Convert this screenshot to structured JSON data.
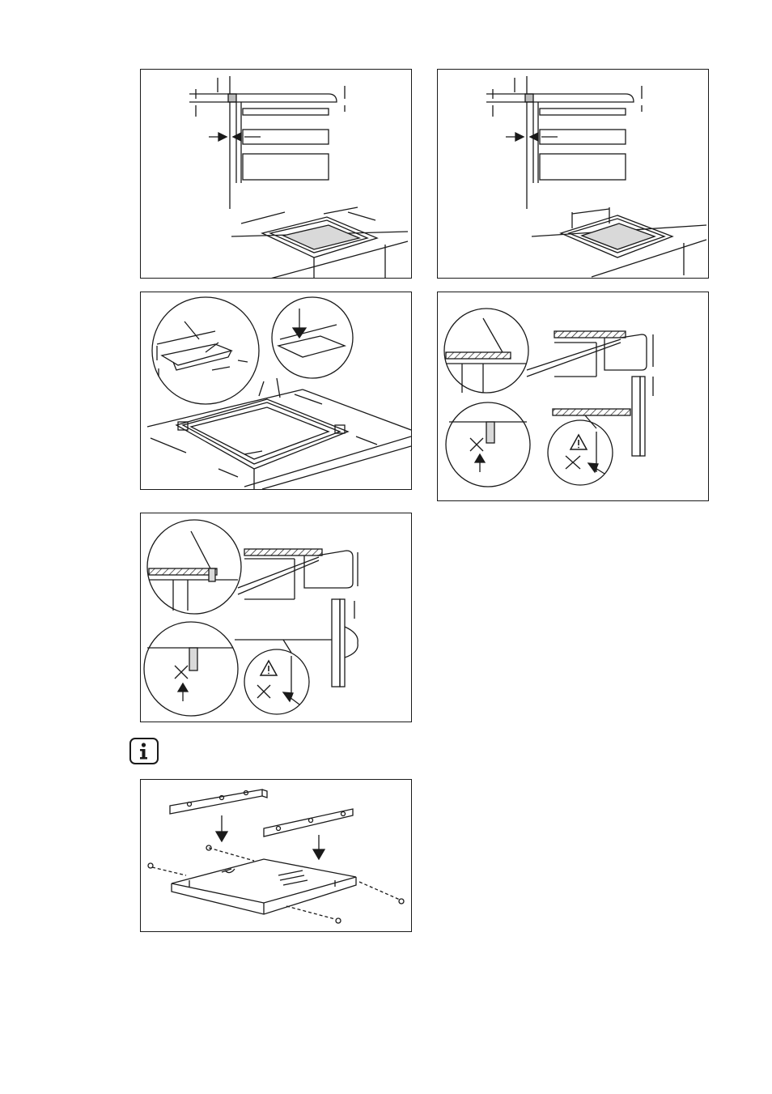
{
  "page": {
    "panels": [
      {
        "id": "fig-cutout-dimensions-a",
        "warning_symbol": false
      },
      {
        "id": "fig-cutout-dimensions-b",
        "warning_symbol": false
      },
      {
        "id": "fig-seal-tape-application",
        "warning_symbol": false
      },
      {
        "id": "fig-sealant-worktop-b",
        "warning_symbol": true
      },
      {
        "id": "fig-sealant-worktop-a",
        "warning_symbol": true
      },
      {
        "id": "fig-frame-rails-screws",
        "warning_symbol": false
      }
    ],
    "info_icon": "info-icon",
    "warning_icon": "warning-triangle-icon",
    "colors": {
      "line": "#1a1a1a",
      "fill_grey": "#d9d9d9"
    }
  }
}
